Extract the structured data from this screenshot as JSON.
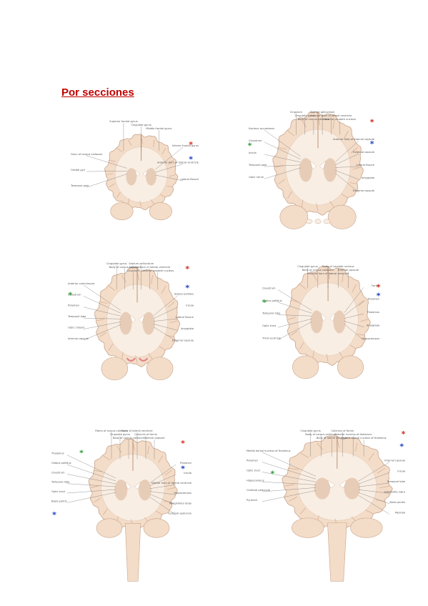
{
  "page": {
    "heading": "Por secciones",
    "colors": {
      "heading": "#c00000",
      "marker_red": "#d52b1e",
      "marker_blue": "#1f3fbf",
      "marker_green": "#2e9e3a"
    }
  },
  "figures": [
    {
      "name": "coronal-section-1",
      "markers": {
        "red": "*",
        "blue": "*"
      },
      "labels": [
        "Superior frontal gyrus",
        "Cingulate gyrus",
        "Middle frontal gyrus",
        "Inferior frontal gyrus",
        "Genu of corpus callosum",
        "Anterior horn of lateral ventricle",
        "Orbital gyri",
        "Lateral fissure",
        "Temporal pole"
      ]
    },
    {
      "name": "coronal-section-2",
      "markers": {
        "red": "*",
        "blue": "*",
        "green": "*"
      },
      "labels": [
        "Cingulum",
        "Cingulate gyrus",
        "Body of corpus callosum",
        "Septum pellucidum",
        "Anterior horn of lateral ventricle",
        "Head of caudate nucleus",
        "Nucleus accumbens",
        "Anterior limb of internal capsule",
        "Claustrum",
        "External capsule",
        "Insula",
        "Lateral fissure",
        "Temporal pole",
        "Amygdala",
        "Optic nerve",
        "Extreme capsule"
      ]
    },
    {
      "name": "coronal-section-3",
      "markers": {
        "red": "*",
        "blue": "*",
        "green": "*"
      },
      "labels": [
        "Cingulate gyrus",
        "Body of corpus callosum",
        "Cingulum",
        "Septum pellucidum",
        "Anterior horn of lateral ventricle",
        "Head of caudate nucleus",
        "Anterior commissure",
        "Globus pallidus",
        "Claustrum",
        "Insula",
        "Putamen",
        "Lateral fissure",
        "Temporal lobe",
        "Amygdala",
        "Optic chiasm",
        "External capsule",
        "Internal capsule"
      ]
    },
    {
      "name": "coronal-section-4",
      "markers": {
        "red": "*",
        "blue": "*",
        "green": "*"
      },
      "labels": [
        "Cingulate gyrus",
        "Body of corpus callosum",
        "Anterior horn of lateral ventricle",
        "Body of caudate nucleus",
        "Internal capsule",
        "Fornix",
        "Claustrum",
        "Putamen",
        "Globus pallidus",
        "Thalamus",
        "Temporal lobe",
        "Amygdala",
        "Optic tract",
        "Hippocampus",
        "Third ventricle"
      ]
    },
    {
      "name": "coronal-section-5",
      "markers": {
        "red": "*",
        "blue": "*",
        "green": "*",
        "blue_left": "*"
      },
      "labels": [
        "Fibers of corpus callosum",
        "Cingulate gyrus",
        "Body of corpus callosum",
        "Body of lateral ventricle",
        "Columns of fornix",
        "Internal capsule",
        "Thalamus",
        "Putamen",
        "Globus pallidus",
        "Insula",
        "Claustrum",
        "Inferior horn of lateral ventricle",
        "Temporal lobe",
        "Hippocampus",
        "Optic tract",
        "Mammillary body",
        "Basis pontis",
        "Cerebral peduncle"
      ]
    },
    {
      "name": "coronal-section-6",
      "markers": {
        "red": "*",
        "blue": "*",
        "green": "*"
      },
      "labels": [
        "Cingulate gyrus",
        "Body of corpus callosum",
        "Body of lateral ventricle",
        "Columns of fornix",
        "Anterior nucleus of thalamus",
        "Ventral lateral nucleus of thalamus",
        "Medial dorsal nucleus of thalamus",
        "Internal capsule",
        "Putamen",
        "Insula",
        "Optic tract",
        "Temporal lobe",
        "Hippocampus",
        "Substantia nigra",
        "Cerebral peduncle",
        "Basis pontis",
        "Pyramid",
        "Medulla"
      ]
    }
  ]
}
